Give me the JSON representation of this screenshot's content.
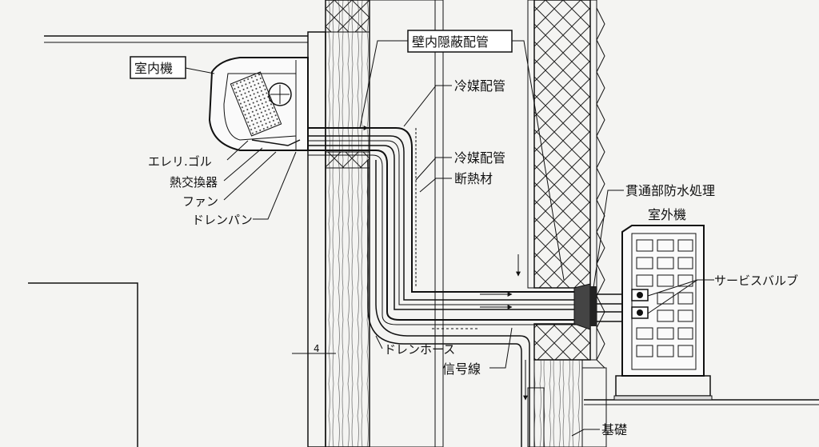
{
  "labels": {
    "indoor_unit": "室内機",
    "concealed_piping": "壁内隠蔽配管",
    "refrigerant_pipe_1": "冷媒配管",
    "refrigerant_pipe_2": "冷媒配管",
    "insulation": "断熱材",
    "air_filter": "エレリ.ゴル",
    "heat_exchanger": "熱交換器",
    "fan": "ファン",
    "drain_pan": "ドレンパン",
    "waterproofing": "貫通部防水処理",
    "outdoor_unit": "室外機",
    "service_valve": "サービスバルブ",
    "drain_hose": "ドレンホース",
    "signal_wire": "信号線",
    "foundation": "基礎",
    "dimension": "4"
  },
  "colors": {
    "line": "#111111",
    "background": "#f4f4f2"
  }
}
